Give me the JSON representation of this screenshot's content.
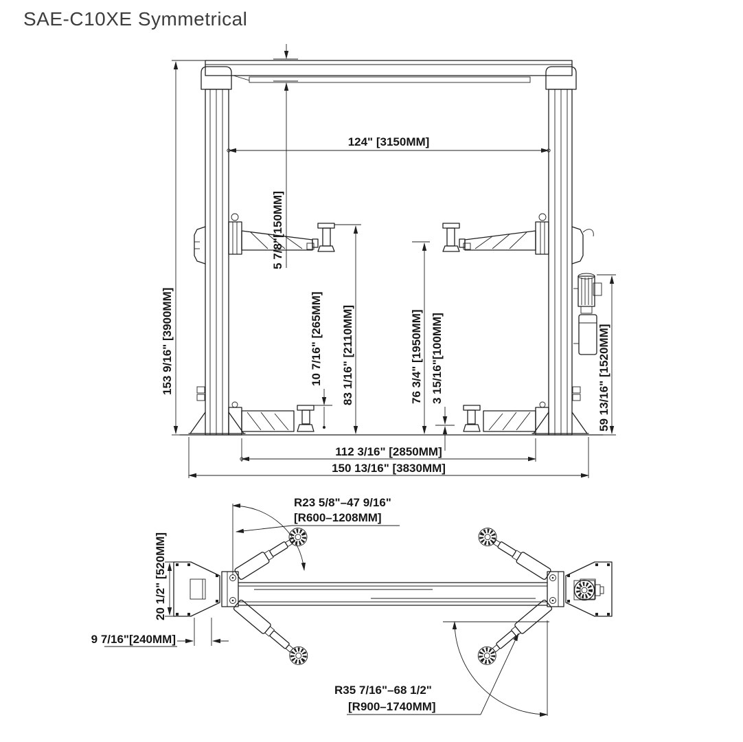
{
  "title": "SAE-C10XE Symmetrical",
  "front_view": {
    "beam_height": "5 7/8\"[150MM]",
    "clear_width": "124\" [3150MM]",
    "overall_height": "153 9/16\" [3900MM]",
    "min_pad_height": "10 7/16\" [265MM]",
    "max_lift_height": "83 1/16\" [2110MM]",
    "clearance_height": "76 3/4\" [1950MM]",
    "min_arm_height": "3 15/16\"[100MM]",
    "power_unit_height": "59 13/16\" [1520MM]",
    "inner_base_width": "112 3/16\" [2850MM]",
    "overall_base_width": "150 13/16\" [3830MM]"
  },
  "plan_view": {
    "front_arm_reach_in": "R23 5/8\"–47 9/16\"",
    "front_arm_reach_mm": "[R600–1208MM]",
    "base_plate_depth": "20 1/2\" [520MM]",
    "base_plate_width": "9 7/16\"[240MM]",
    "rear_arm_reach_in": "R35 7/16\"–68 1/2\"",
    "rear_arm_reach_mm": "[R900–1740MM]"
  }
}
